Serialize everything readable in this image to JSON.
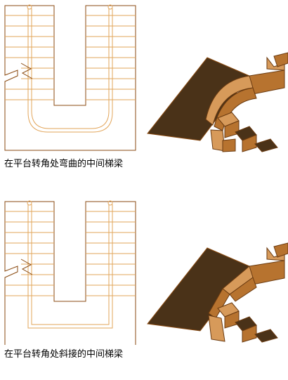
{
  "figures": [
    {
      "caption": "在平台转角处弯曲的中间梯梁",
      "variant": "curved"
    },
    {
      "caption": "在平台转角处斜接的中间梯梁",
      "variant": "mitered"
    }
  ],
  "colors": {
    "outline": "#8a4a10",
    "stair_line": "#e2a55a",
    "iso_top": "#4a3218",
    "iso_side": "#d79a5a",
    "iso_face": "#b7732f"
  }
}
